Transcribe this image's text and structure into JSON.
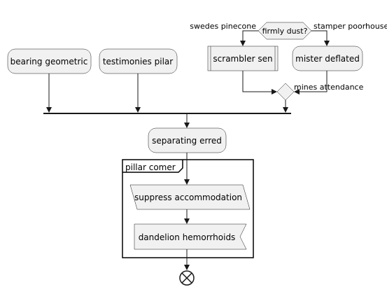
{
  "diagram": {
    "nodes": {
      "bearing": "bearing geometric",
      "testimonies": "testimonies pilar",
      "scrambler": "scrambler sen",
      "mister": "mister deflated",
      "separating": "separating erred",
      "suppress": "suppress accommodation",
      "dandelion": "dandelion hemorrhoids"
    },
    "decision": {
      "question": "firmly dust?",
      "left_branch": "swedes pinecone",
      "right_branch": "stamper poorhouse"
    },
    "merge_label": "mines attendance",
    "partition_title": "pillar comer"
  },
  "colors": {
    "node_fill": "#F1F1F1",
    "stroke": "#181818",
    "background": "#FFFFFF"
  }
}
